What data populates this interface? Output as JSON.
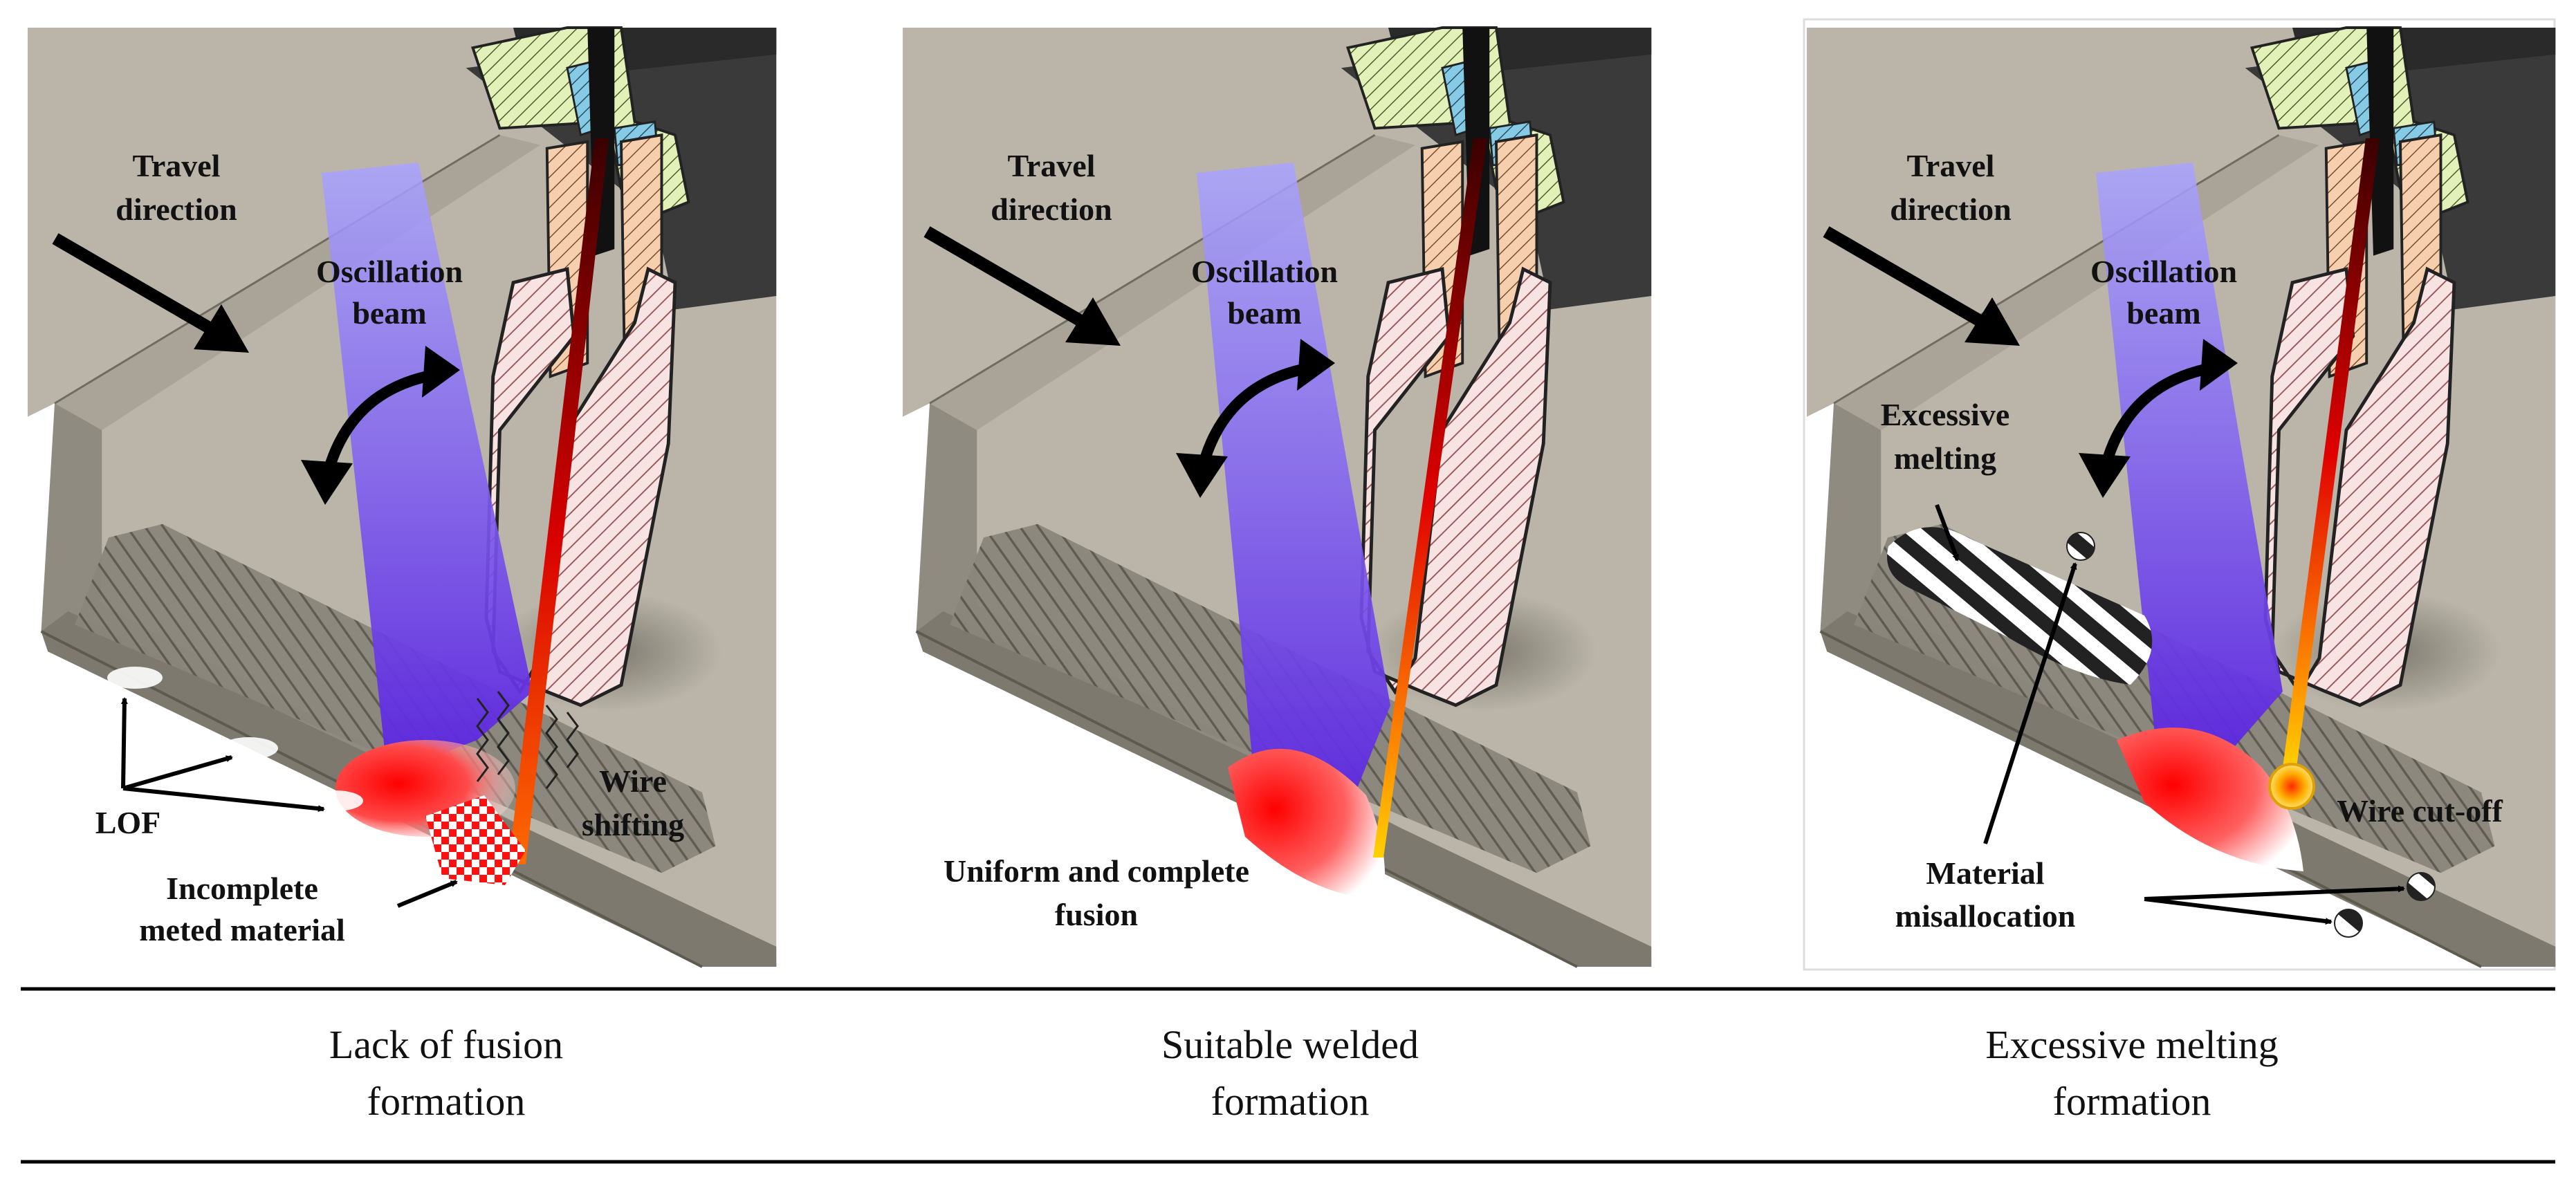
{
  "panels": [
    {
      "id": "lack-of-fusion",
      "labels": {
        "travel_1": "Travel",
        "travel_2": "direction",
        "osc_1": "Oscillation",
        "osc_2": "beam",
        "lof": "LOF",
        "wire_1": "Wire",
        "wire_2": "shifting",
        "incomplete_1": "Incomplete",
        "incomplete_2": "meted material"
      },
      "caption_1": "Lack of fusion",
      "caption_2": "formation"
    },
    {
      "id": "suitable",
      "labels": {
        "travel_1": "Travel",
        "travel_2": "direction",
        "osc_1": "Oscillation",
        "osc_2": "beam",
        "uniform_1": "Uniform and complete",
        "uniform_2": "fusion"
      },
      "caption_1": "Suitable welded",
      "caption_2": "formation"
    },
    {
      "id": "excessive",
      "labels": {
        "travel_1": "Travel",
        "travel_2": "direction",
        "osc_1": "Oscillation",
        "osc_2": "beam",
        "excess_1": "Excessive",
        "excess_2": "melting",
        "cutoff": "Wire cut-off",
        "misalloc_1": "Material",
        "misalloc_2": "misallocation"
      },
      "caption_1": "Excessive melting",
      "caption_2": "formation"
    }
  ],
  "colors": {
    "plate_top": "#b8b3a6",
    "plate_side": "#8f8b7f",
    "beam": "#6a40f0",
    "nozzle_hatch": "#f5dede",
    "copper": "#f3c9a4",
    "green_part": "#dff0b4",
    "blue_part": "#7fc7e3",
    "melt": "#ff1a1a"
  }
}
